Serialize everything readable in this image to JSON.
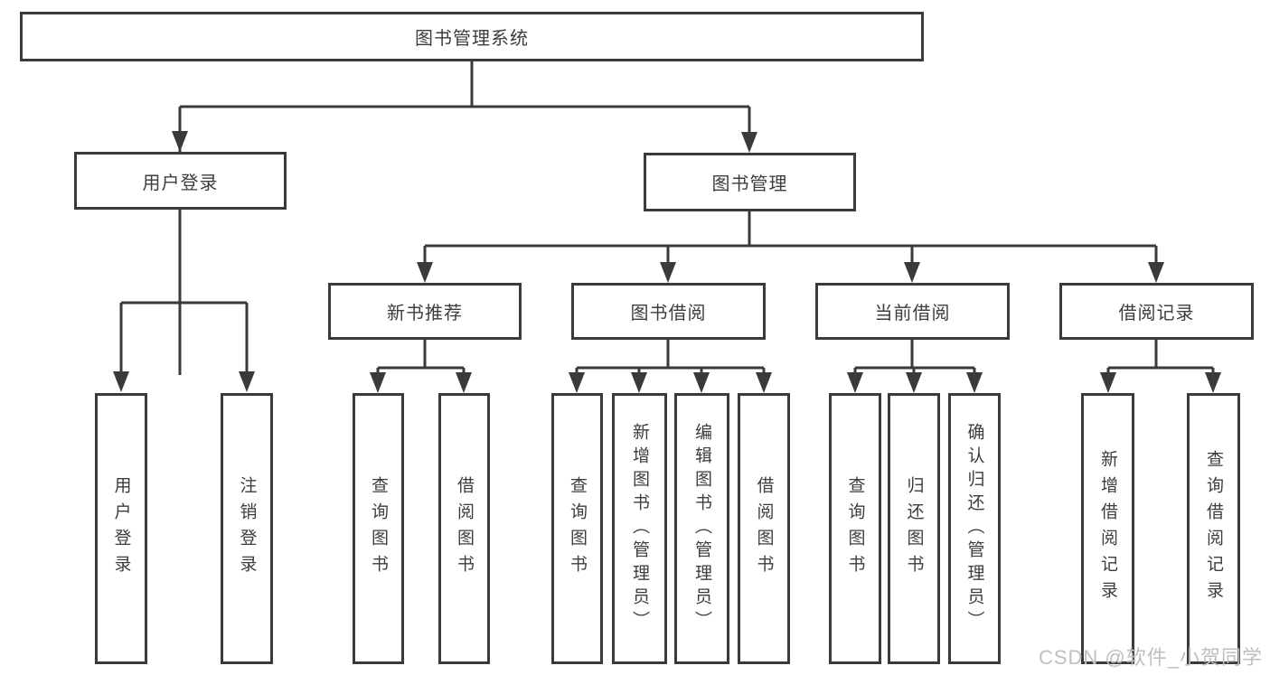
{
  "colors": {
    "line": "#3a3a3a",
    "node_text": "#3d3d3d",
    "watermark_gray": "#bfbfbf",
    "background": "#ffffff"
  },
  "watermark": "CSDN @软件_小贺同学",
  "tree": {
    "label": "图书管理系统",
    "children": [
      {
        "label": "用户登录",
        "children": [
          {
            "label": "用户登录"
          },
          {
            "label": "注销登录"
          }
        ]
      },
      {
        "label": "图书管理",
        "children": [
          {
            "label": "新书推荐",
            "children": [
              {
                "label": "查询图书"
              },
              {
                "label": "借阅图书"
              }
            ]
          },
          {
            "label": "图书借阅",
            "children": [
              {
                "label": "查询图书"
              },
              {
                "label": "新增图书（管理员）"
              },
              {
                "label": "编辑图书（管理员）"
              },
              {
                "label": "借阅图书"
              }
            ]
          },
          {
            "label": "当前借阅",
            "children": [
              {
                "label": "查询图书"
              },
              {
                "label": "归还图书"
              },
              {
                "label": "确认归还（管理员）"
              }
            ]
          },
          {
            "label": "借阅记录",
            "children": [
              {
                "label": "新增借阅记录"
              },
              {
                "label": "查询借阅记录"
              }
            ]
          }
        ]
      }
    ]
  }
}
